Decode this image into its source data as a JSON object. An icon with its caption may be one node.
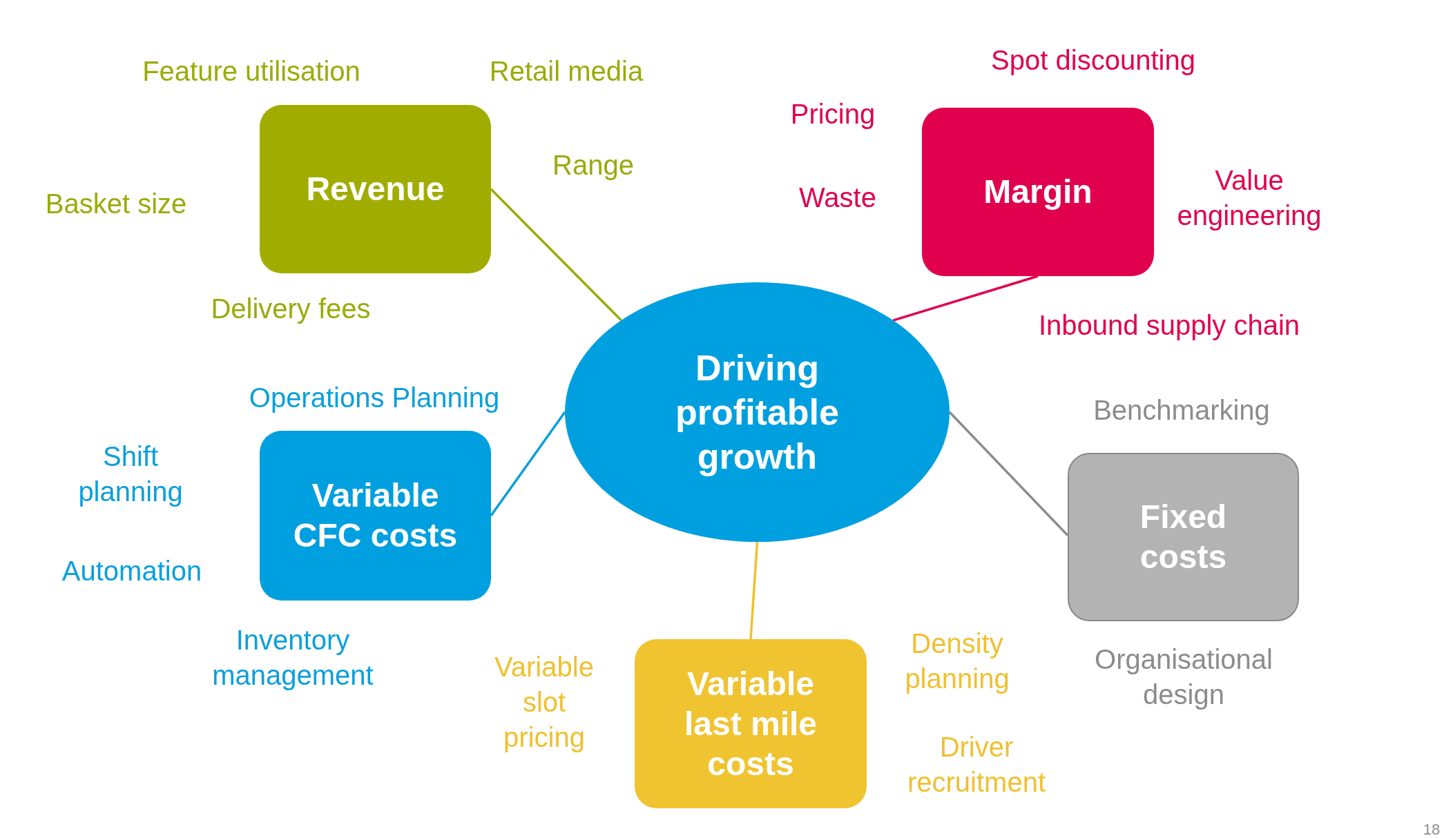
{
  "diagram": {
    "nodes": [
      {
        "text": [
          "Driving profitable growth"
        ]
      },
      {
        "text": [
          "Revenue"
        ]
      },
      {
        "text": [
          "Margin"
        ]
      },
      {
        "text": [
          "Variable CFC costs"
        ]
      },
      {
        "text": [
          "Variable last mile costs"
        ]
      },
      {
        "text": [
          "Fixed costs"
        ]
      }
    ],
    "edges": [
      {
        "from": 0,
        "to": 1,
        "arrow": "none",
        "color": "#9aab0a"
      },
      {
        "from": 0,
        "to": 2,
        "arrow": "none",
        "color": "#e0004d"
      },
      {
        "from": 0,
        "to": 3,
        "arrow": "none",
        "color": "#0a9fdc"
      },
      {
        "from": 0,
        "to": 4,
        "arrow": "none",
        "color": "#f0c030"
      },
      {
        "from": 0,
        "to": 5,
        "arrow": "none",
        "color": "#8c8c8c"
      }
    ],
    "labels": [
      "Feature utilisation",
      "Retail media",
      "Spot discounting",
      "Pricing",
      "Range",
      "Basket size",
      "Waste",
      "Value engineering",
      "Delivery fees",
      "Inbound supply chain",
      "Operations Planning",
      "Benchmarking",
      "Shift planning",
      "Automation",
      "Inventory management",
      "Variable slot pricing",
      "Density planning",
      "Organisational design",
      "Driver recruitment",
      "18"
    ]
  }
}
